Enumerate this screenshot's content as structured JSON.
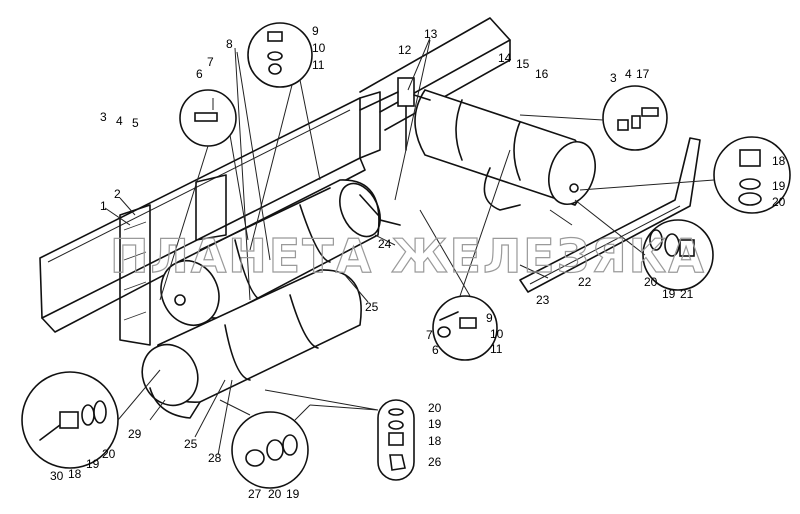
{
  "watermark": "ПЛАНЕТА ЖЕЛЕЗЯКА",
  "callouts": [
    {
      "id": "c1",
      "text": "1"
    },
    {
      "id": "c2",
      "text": "2"
    },
    {
      "id": "c3a",
      "text": "3"
    },
    {
      "id": "c4a",
      "text": "4"
    },
    {
      "id": "c5",
      "text": "5"
    },
    {
      "id": "c6a",
      "text": "6"
    },
    {
      "id": "c7a",
      "text": "7"
    },
    {
      "id": "c8",
      "text": "8"
    },
    {
      "id": "c9a",
      "text": "9"
    },
    {
      "id": "c10a",
      "text": "10"
    },
    {
      "id": "c11a",
      "text": "11"
    },
    {
      "id": "c12",
      "text": "12"
    },
    {
      "id": "c13",
      "text": "13"
    },
    {
      "id": "c14",
      "text": "14"
    },
    {
      "id": "c15",
      "text": "15"
    },
    {
      "id": "c16",
      "text": "16"
    },
    {
      "id": "c3b",
      "text": "3"
    },
    {
      "id": "c4b",
      "text": "4"
    },
    {
      "id": "c17",
      "text": "17"
    },
    {
      "id": "c18a",
      "text": "18"
    },
    {
      "id": "c19a",
      "text": "19"
    },
    {
      "id": "c20a",
      "text": "20"
    },
    {
      "id": "c24",
      "text": "24"
    },
    {
      "id": "c22",
      "text": "22"
    },
    {
      "id": "c23",
      "text": "23"
    },
    {
      "id": "c20b",
      "text": "20"
    },
    {
      "id": "c19b",
      "text": "19"
    },
    {
      "id": "c21",
      "text": "21"
    },
    {
      "id": "c25a",
      "text": "25"
    },
    {
      "id": "c9b",
      "text": "9"
    },
    {
      "id": "c7b",
      "text": "7"
    },
    {
      "id": "c10b",
      "text": "10"
    },
    {
      "id": "c6b",
      "text": "6"
    },
    {
      "id": "c11b",
      "text": "11"
    },
    {
      "id": "c29",
      "text": "29"
    },
    {
      "id": "c25b",
      "text": "25"
    },
    {
      "id": "c28",
      "text": "28"
    },
    {
      "id": "c30",
      "text": "30"
    },
    {
      "id": "c18b",
      "text": "18"
    },
    {
      "id": "c19c",
      "text": "19"
    },
    {
      "id": "c20c",
      "text": "20"
    },
    {
      "id": "c27",
      "text": "27"
    },
    {
      "id": "c20d",
      "text": "20"
    },
    {
      "id": "c19d",
      "text": "19"
    },
    {
      "id": "c20e",
      "text": "20"
    },
    {
      "id": "c19e",
      "text": "19"
    },
    {
      "id": "c18c",
      "text": "18"
    },
    {
      "id": "c26",
      "text": "26"
    }
  ]
}
